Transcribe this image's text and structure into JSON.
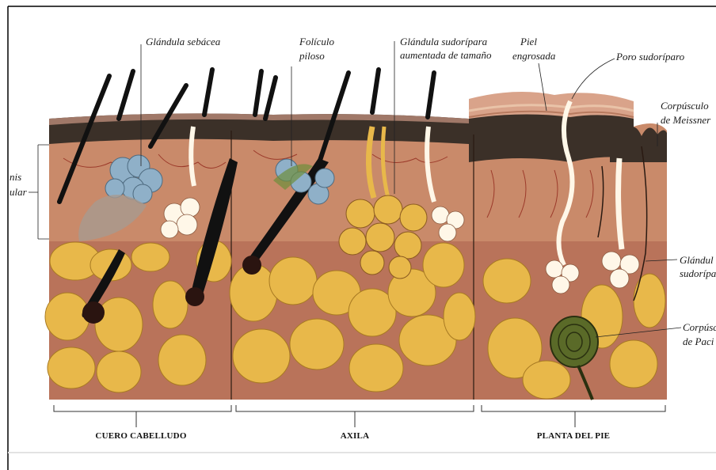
{
  "labels": {
    "sebaceous_gland": "Glándula sebácea",
    "hair_follicle_1": "Folículo",
    "hair_follicle_2": "piloso",
    "enlarged_sweat_gland_1": "Glándula sudorípara",
    "enlarged_sweat_gland_2": "aumentada de tamaño",
    "thick_skin_1": "Piel",
    "thick_skin_2": "engrosada",
    "sweat_pore": "Poro sudoríparo",
    "meissner_1": "Corpúsculo",
    "meissner_2": "de Meissner",
    "sweat_gland_right_1": "Glándul",
    "sweat_gland_right_2": "sudorípa",
    "pacini_1": "Corpúsc",
    "pacini_2": "de Paci",
    "dermis_left_1": "nis",
    "dermis_left_2": "ular"
  },
  "sections": {
    "scalp": "CUERO CABELLUDO",
    "axilla": "AXILA",
    "sole": "PLANTA DEL PIE"
  },
  "colors": {
    "dermis": "#c98a6a",
    "epidermis_dark": "#3b3028",
    "fat_lobule": "#e8b84a",
    "sebaceous": "#8fb0c8",
    "hair": "#111111"
  }
}
